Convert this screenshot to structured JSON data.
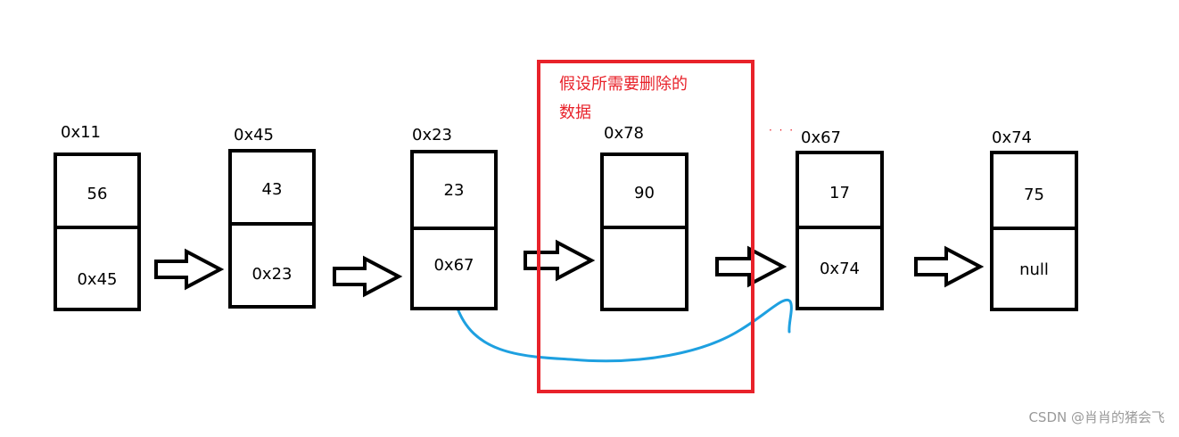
{
  "diagram": {
    "nodes": [
      {
        "address": "0x11",
        "value": "56",
        "next": "0x45"
      },
      {
        "address": "0x45",
        "value": "43",
        "next": "0x23"
      },
      {
        "address": "0x23",
        "value": "23",
        "next": "0x67"
      },
      {
        "address": "0x78",
        "value": "90",
        "next": ""
      },
      {
        "address": "0x67",
        "value": "17",
        "next": "0x74"
      },
      {
        "address": "0x74",
        "value": "75",
        "next": "null"
      }
    ],
    "caption": {
      "line1": "假设所需要删除的",
      "line2": "数据"
    },
    "dots": "· · ·",
    "watermark": "CSDN @肖肖的猪会飞",
    "colors": {
      "highlight": "#e8222a",
      "link_curve": "#1ea0e0",
      "node_border": "#000000"
    }
  }
}
